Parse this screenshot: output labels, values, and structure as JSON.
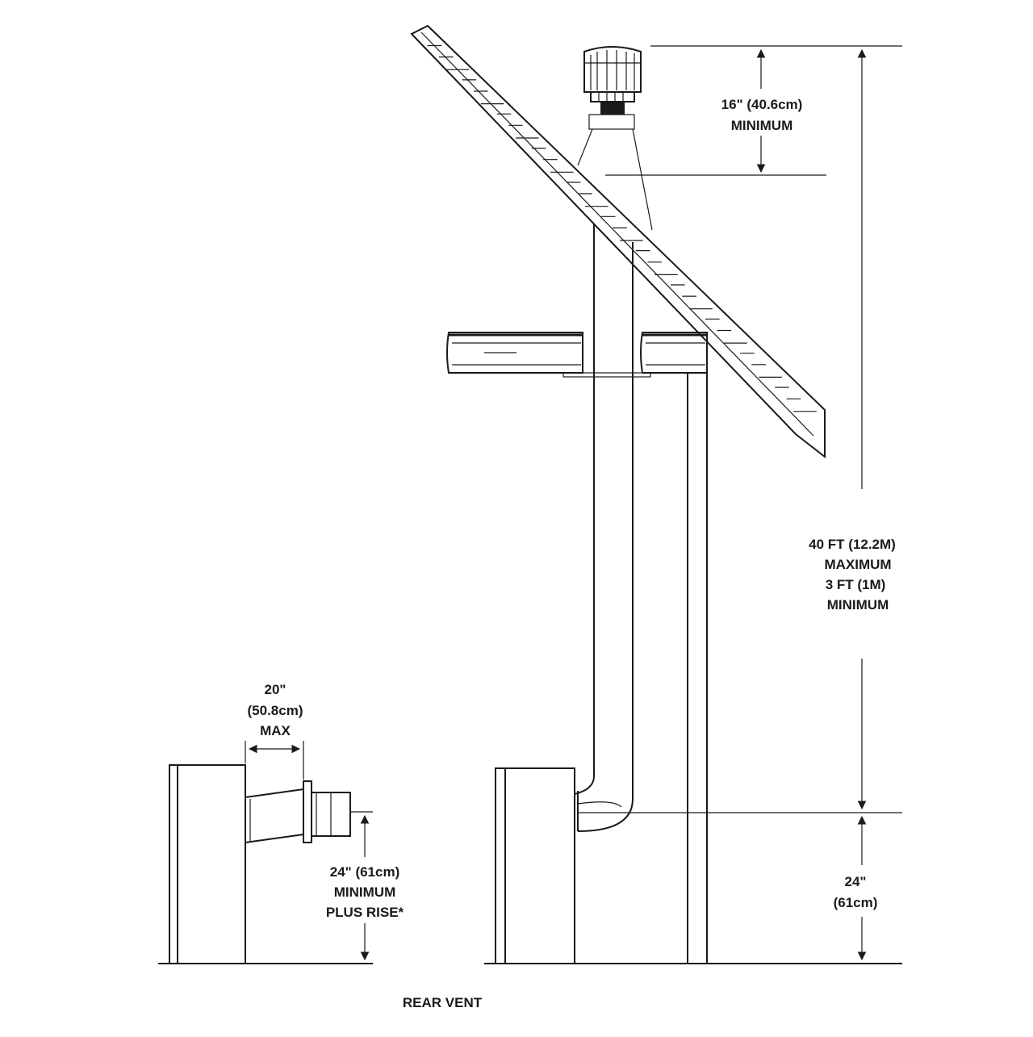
{
  "labels": {
    "dim_16_value": "16\" (40.6cm)",
    "dim_16_note": "MINIMUM",
    "dim_40_max_value": "40 FT (12.2M)",
    "dim_40_max_note": "MAXIMUM",
    "dim_40_min_value": "3 FT (1M)",
    "dim_40_min_note": "MINIMUM",
    "dim_24_right_value": "24\"",
    "dim_24_right_metric": "(61cm)",
    "dim_20_value": "20\"",
    "dim_20_metric": "(50.8cm)",
    "dim_20_note": "MAX",
    "dim_24_left_value": "24\" (61cm)",
    "dim_24_left_note": "MINIMUM",
    "dim_24_left_extra": "PLUS RISE*",
    "caption": "REAR VENT"
  },
  "colors": {
    "line": "#1a1a1a",
    "background": "#ffffff"
  }
}
